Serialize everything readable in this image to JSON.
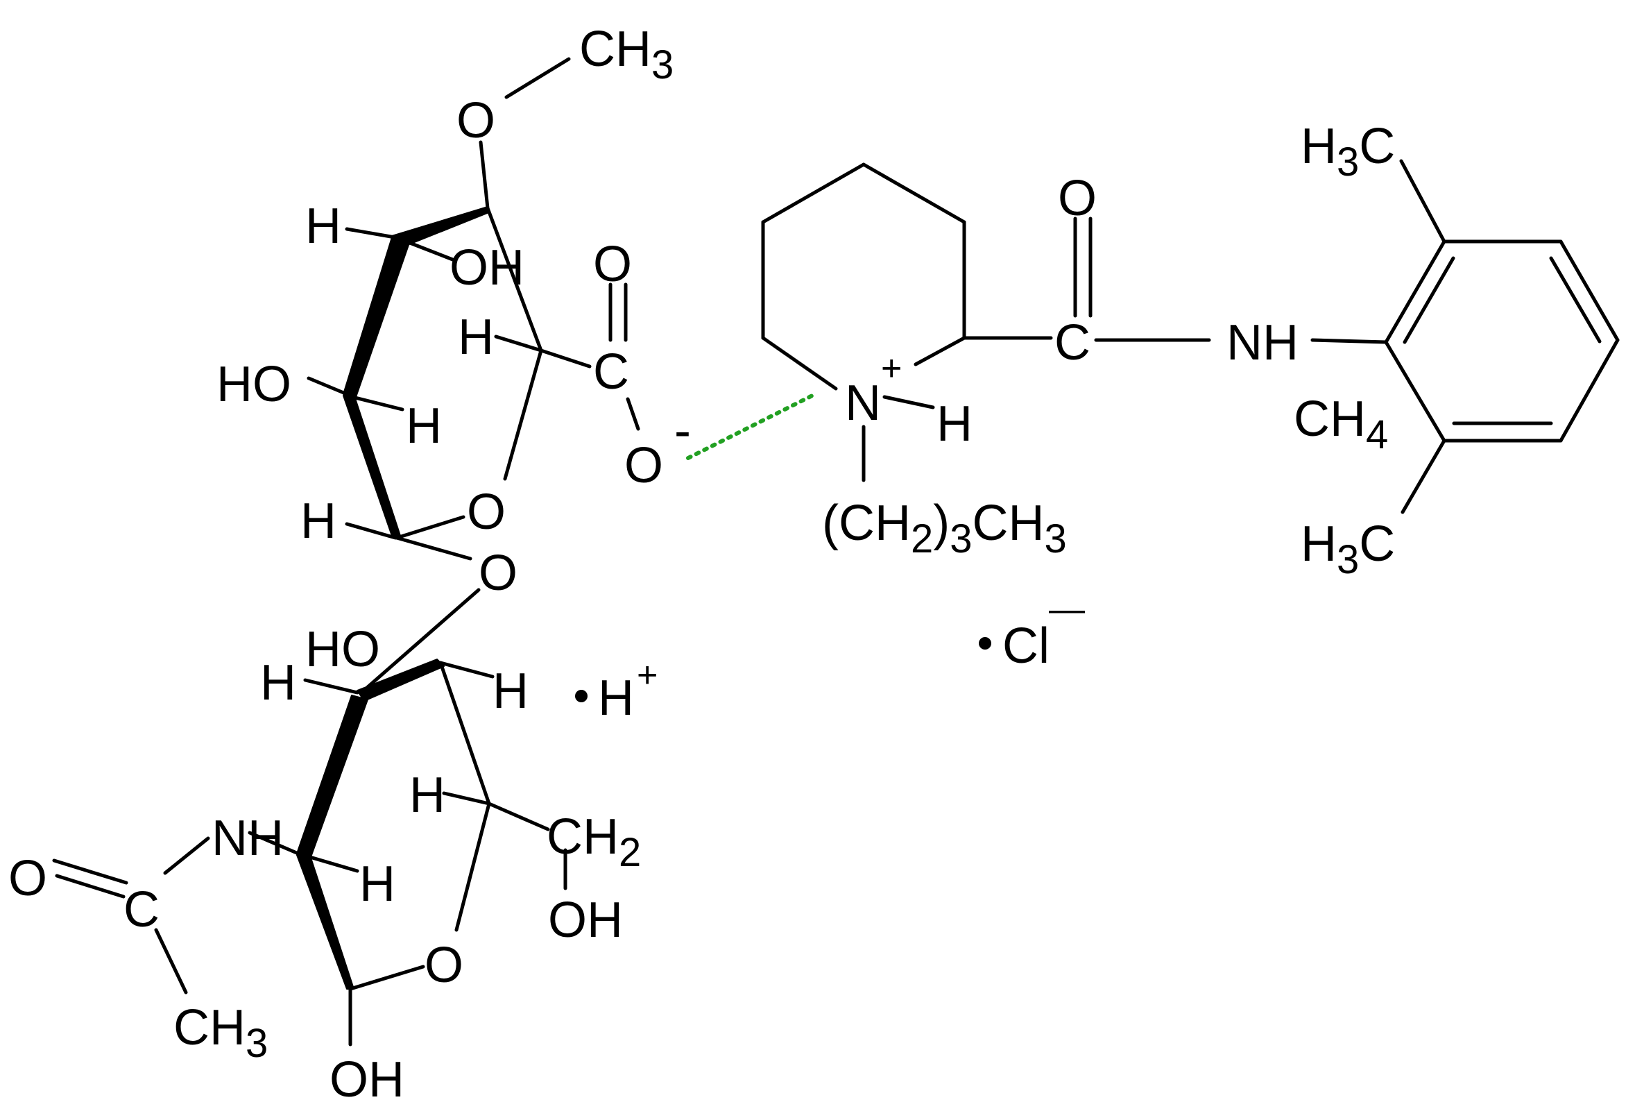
{
  "labels": {
    "methoxy_ch3": {
      "main": "CH",
      "sub": "3"
    },
    "methoxy_o": "O",
    "h_c1": "H",
    "oh_c1": "OH",
    "h_c5": "H",
    "carboxyl_o_double": "O",
    "carboxyl_c": "C",
    "carboxyl_o_minus": "O",
    "minus_charge": "-",
    "ho_c2": "HO",
    "h_c2": "H",
    "h_c3": "H",
    "ring_o": "O",
    "glycosidic_o": "O",
    "ho_c4b": "HO",
    "h_c4b_left": "H",
    "h_c4b_right": "H",
    "proton": "H",
    "proton_charge": "+",
    "h_c5b": "H",
    "ch2": {
      "main": "CH",
      "sub": "2"
    },
    "oh_ch2": "OH",
    "nh_acetyl": "NH",
    "h_c2b": "H",
    "acetyl_o": "O",
    "acetyl_c": "C",
    "acetyl_ch3": {
      "main": "CH",
      "sub": "3"
    },
    "ring_o_b": "O",
    "oh_anomeric": "OH",
    "amide_o": "O",
    "amide_c": "C",
    "amide_nh": "NH",
    "piperidine_n": "N",
    "n_charge": "+",
    "n_h": "H",
    "butyl": {
      "open": "(CH",
      "sub1": "2",
      "close": ")",
      "sub2": "3",
      "tail": "CH",
      "sub3": "3"
    },
    "chloride": "Cl",
    "chloride_charge": "—",
    "ar_ch3_top": {
      "pre": "H",
      "sub": "3",
      "post": "C"
    },
    "ar_ch4": {
      "main": "CH",
      "sub": "4"
    },
    "ar_ch3_bottom": {
      "pre": "H",
      "sub": "3",
      "post": "C"
    }
  },
  "colors": {
    "bond": "#000000",
    "hydrogen_bond": "#22a022",
    "background": "#ffffff"
  }
}
